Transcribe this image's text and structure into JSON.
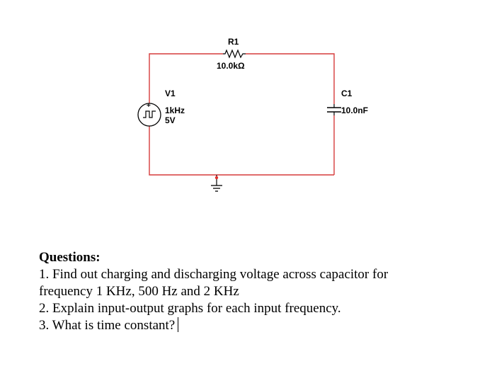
{
  "colors": {
    "wire": "#d63b3b",
    "component": "#000000",
    "junction": "#e0302d",
    "text": "#000000"
  },
  "circuit": {
    "r1": {
      "name": "R1",
      "value": "10.0kΩ"
    },
    "v1": {
      "name": "V1",
      "frequency": "1kHz",
      "amplitude": "5V",
      "polarity": "+"
    },
    "c1": {
      "name": "C1",
      "value": "10.0nF"
    },
    "icons": [
      "resistor-icon",
      "square-wave-source-icon",
      "capacitor-icon",
      "ground-icon"
    ]
  },
  "questions": {
    "title": "Questions:",
    "lines": [
      "1. Find out charging and discharging voltage across capacitor for",
      "frequency 1 KHz, 500 Hz and 2 KHz",
      "2. Explain input-output graphs for each input frequency.",
      "3. What is time constant?"
    ]
  }
}
